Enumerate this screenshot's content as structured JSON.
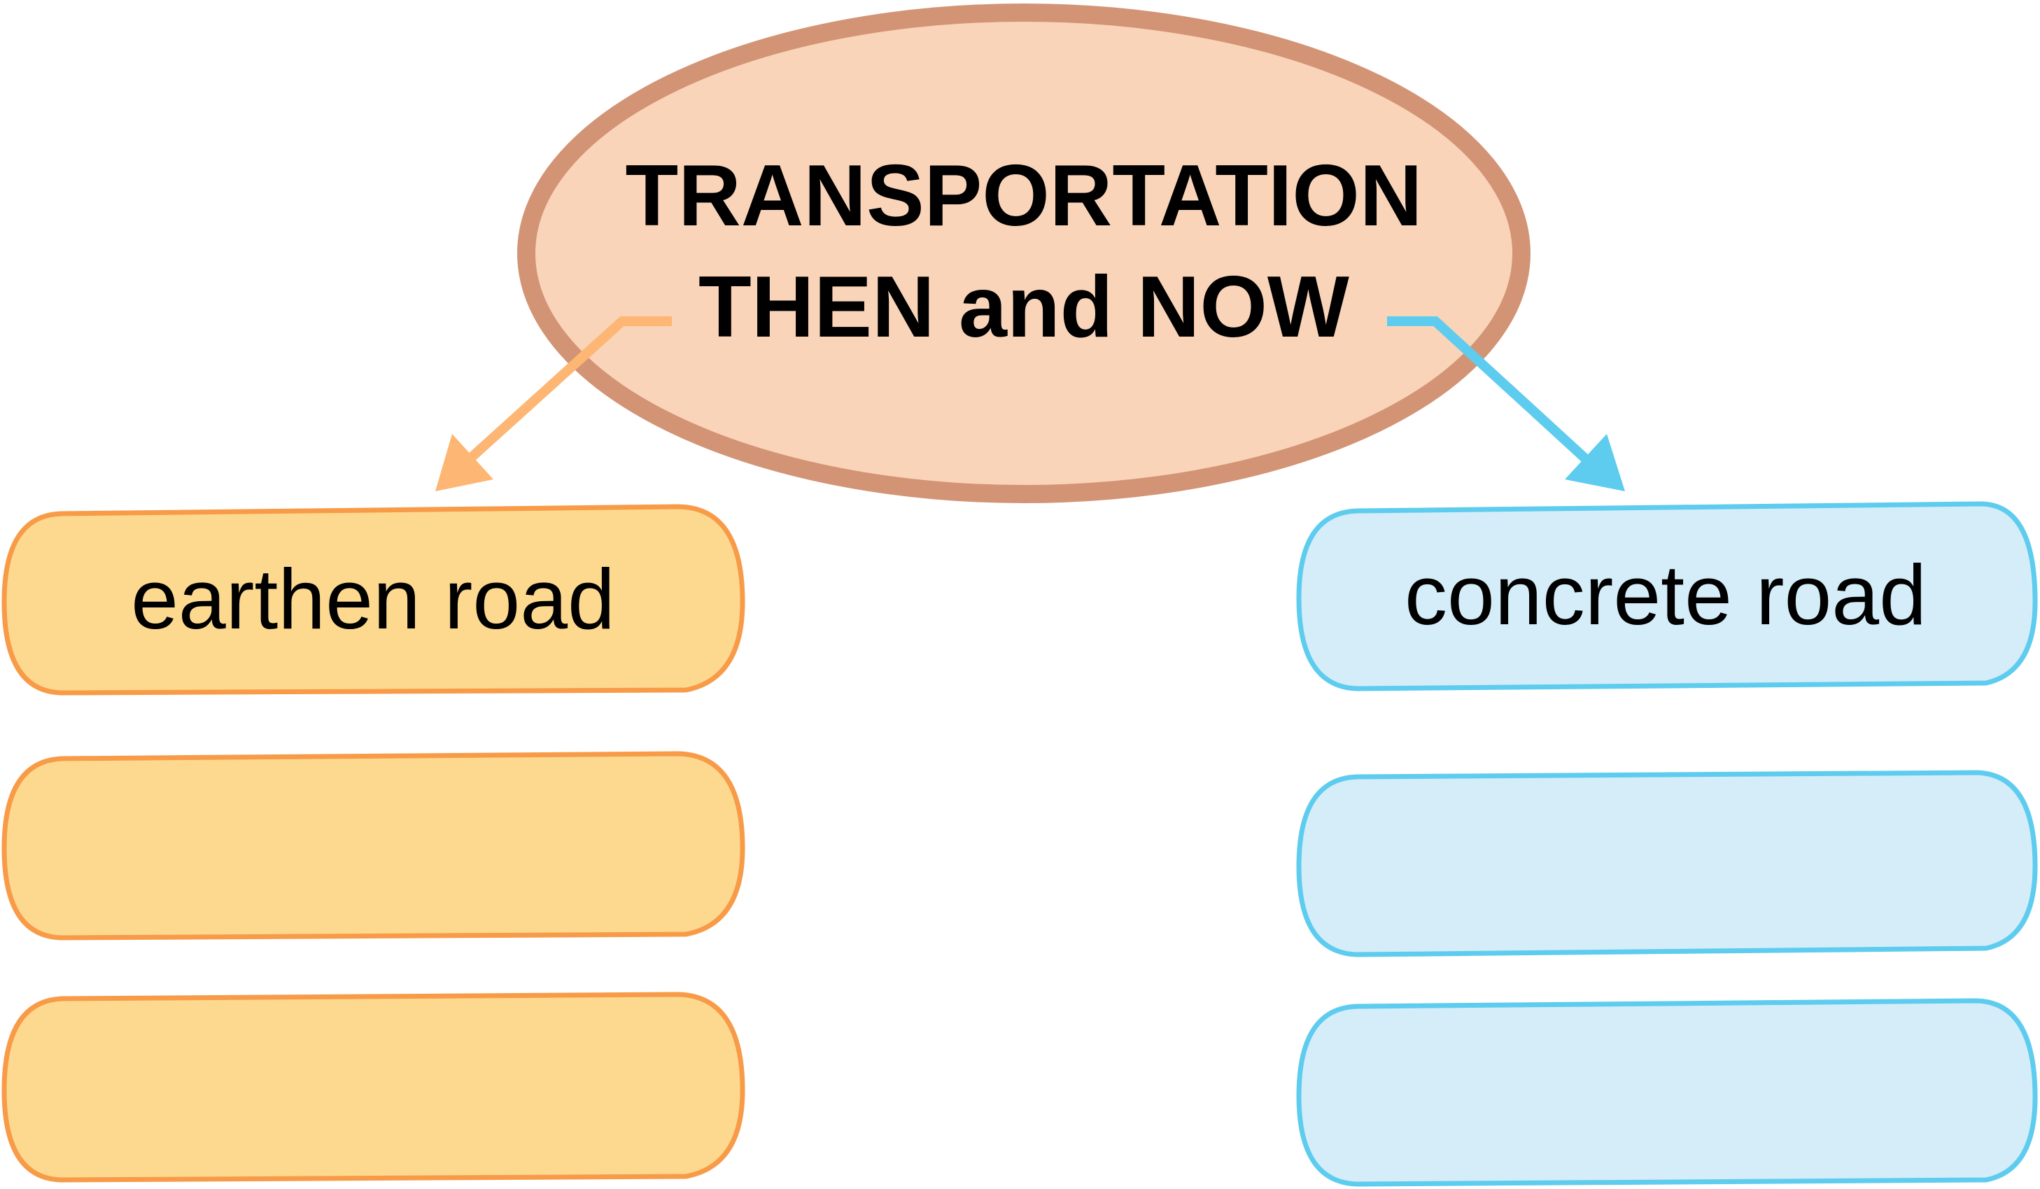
{
  "title": {
    "line1": "TRANSPORTATION",
    "line2": "THEN and NOW"
  },
  "then_column": {
    "items": [
      "earthen road",
      "",
      ""
    ]
  },
  "now_column": {
    "items": [
      "concrete road",
      "",
      ""
    ]
  },
  "colors": {
    "ellipse_fill": "#FAD4B9",
    "ellipse_stroke": "#D29475",
    "then_fill": "#FDD98F",
    "then_stroke": "#F89B48",
    "then_arrow": "#FDB673",
    "now_fill": "#D4EDF9",
    "now_stroke": "#5ECCEE",
    "now_arrow": "#5ECCEE"
  }
}
